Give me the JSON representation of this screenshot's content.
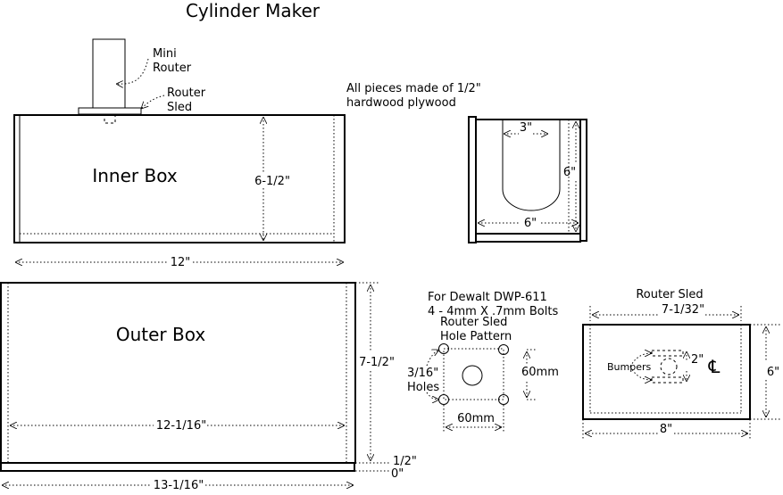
{
  "title": "Cylinder Maker",
  "top_labels": {
    "mini_router_line1": "Mini",
    "mini_router_line2": "Router",
    "router_sled_line1": "Router",
    "router_sled_line2": "Sled",
    "material_note_line1": "All pieces made of 1/2\"",
    "material_note_line2": "hardwood plywood"
  },
  "inner_box": {
    "label": "Inner Box",
    "height_dim": "6-1/2\"",
    "width_dim": "12\""
  },
  "side_view": {
    "top_dim": "3\"",
    "height_dim": "6\"",
    "width_dim": "6\""
  },
  "outer_box": {
    "label": "Outer Box",
    "height_dim": "7-1/2\"",
    "inner_width_dim": "12-1/16\"",
    "outer_width_dim": "13-1/16\"",
    "base_dim_a": "1/2\"",
    "base_dim_b": "0\""
  },
  "hole_pattern": {
    "note_line1": "For Dewalt DWP-611",
    "note_line2": "4 - 4mm X .7mm Bolts",
    "title_line1": "Router Sled",
    "title_line2": "Hole Pattern",
    "holes_line1": "3/16\"",
    "holes_line2": "Holes",
    "vertical_dim": "60mm",
    "horizontal_dim": "60mm"
  },
  "router_sled": {
    "title": "Router Sled",
    "inner_width_dim": "7-1/32\"",
    "width_dim": "8\"",
    "height_dim": "6\"",
    "bumper_dim": "2\"",
    "bumpers_label": "Bumpers",
    "centerline_symbol": "℄"
  }
}
